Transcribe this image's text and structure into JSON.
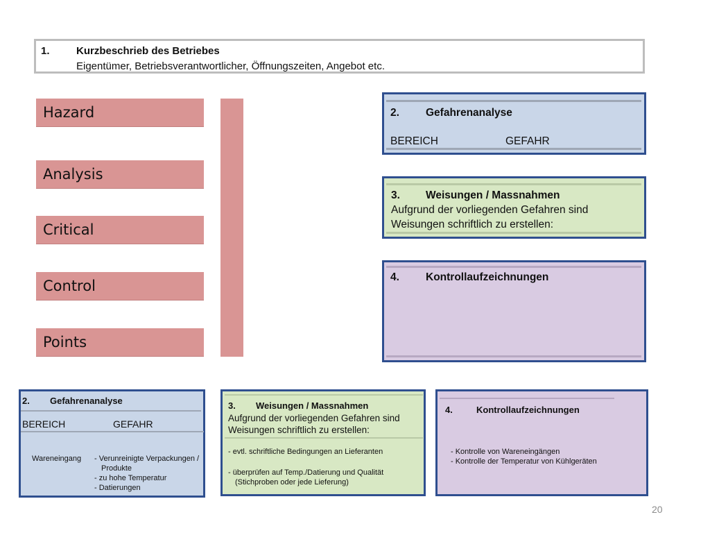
{
  "header": {
    "number": "1.",
    "title": "Kurzbeschrieb des Betriebes",
    "subtitle": "Eigentümer, Betriebsverantwortlicher, Öffnungszeiten, Angebot etc."
  },
  "haccp": {
    "labels": [
      "Hazard",
      "Analysis",
      "Critical",
      "Control",
      "Points"
    ]
  },
  "right_panels": {
    "gefahren": {
      "number": "2.",
      "title": "Gefahrenanalyse",
      "col1": "BEREICH",
      "col2": "GEFAHR"
    },
    "weisungen": {
      "number": "3.",
      "title": "Weisungen / Massnahmen",
      "line1": "Aufgrund der vorliegenden Gefahren sind",
      "line2": "Weisungen schriftlich zu erstellen:"
    },
    "kontroll": {
      "number": "4.",
      "title": "Kontrollaufzeichnungen"
    }
  },
  "bottom_panels": {
    "gefahren": {
      "number": "2.",
      "title": "Gefahrenanalyse",
      "col1": "BEREICH",
      "col2": "GEFAHR",
      "area": "Wareneingang",
      "items": [
        "- Verunreinigte Verpackungen /",
        "Produkte",
        "- zu hohe Temperatur",
        "- Datierungen"
      ]
    },
    "weisungen": {
      "number": "3.",
      "title": "Weisungen / Massnahmen",
      "line1": "Aufgrund der vorliegenden Gefahren sind",
      "line2": "Weisungen schriftlich zu erstellen:",
      "item1": "- evtl. schriftliche Bedingungen an Lieferanten",
      "item2a": "- überprüfen auf Temp./Datierung und Qualität",
      "item2b": "(Stichproben oder jede Lieferung)"
    },
    "kontroll": {
      "number": "4.",
      "title": "Kontrollaufzeichnungen",
      "item1": "- Kontrolle von Wareneingängen",
      "item2": "- Kontrolle der Temperatur von Kühlgeräten"
    }
  },
  "page_number": "20",
  "colors": {
    "pink": "#d99594",
    "blue": "#c9d6e8",
    "green": "#d8e8c4",
    "purple": "#d9cbe2",
    "panel_border": "#2f4f8f"
  }
}
